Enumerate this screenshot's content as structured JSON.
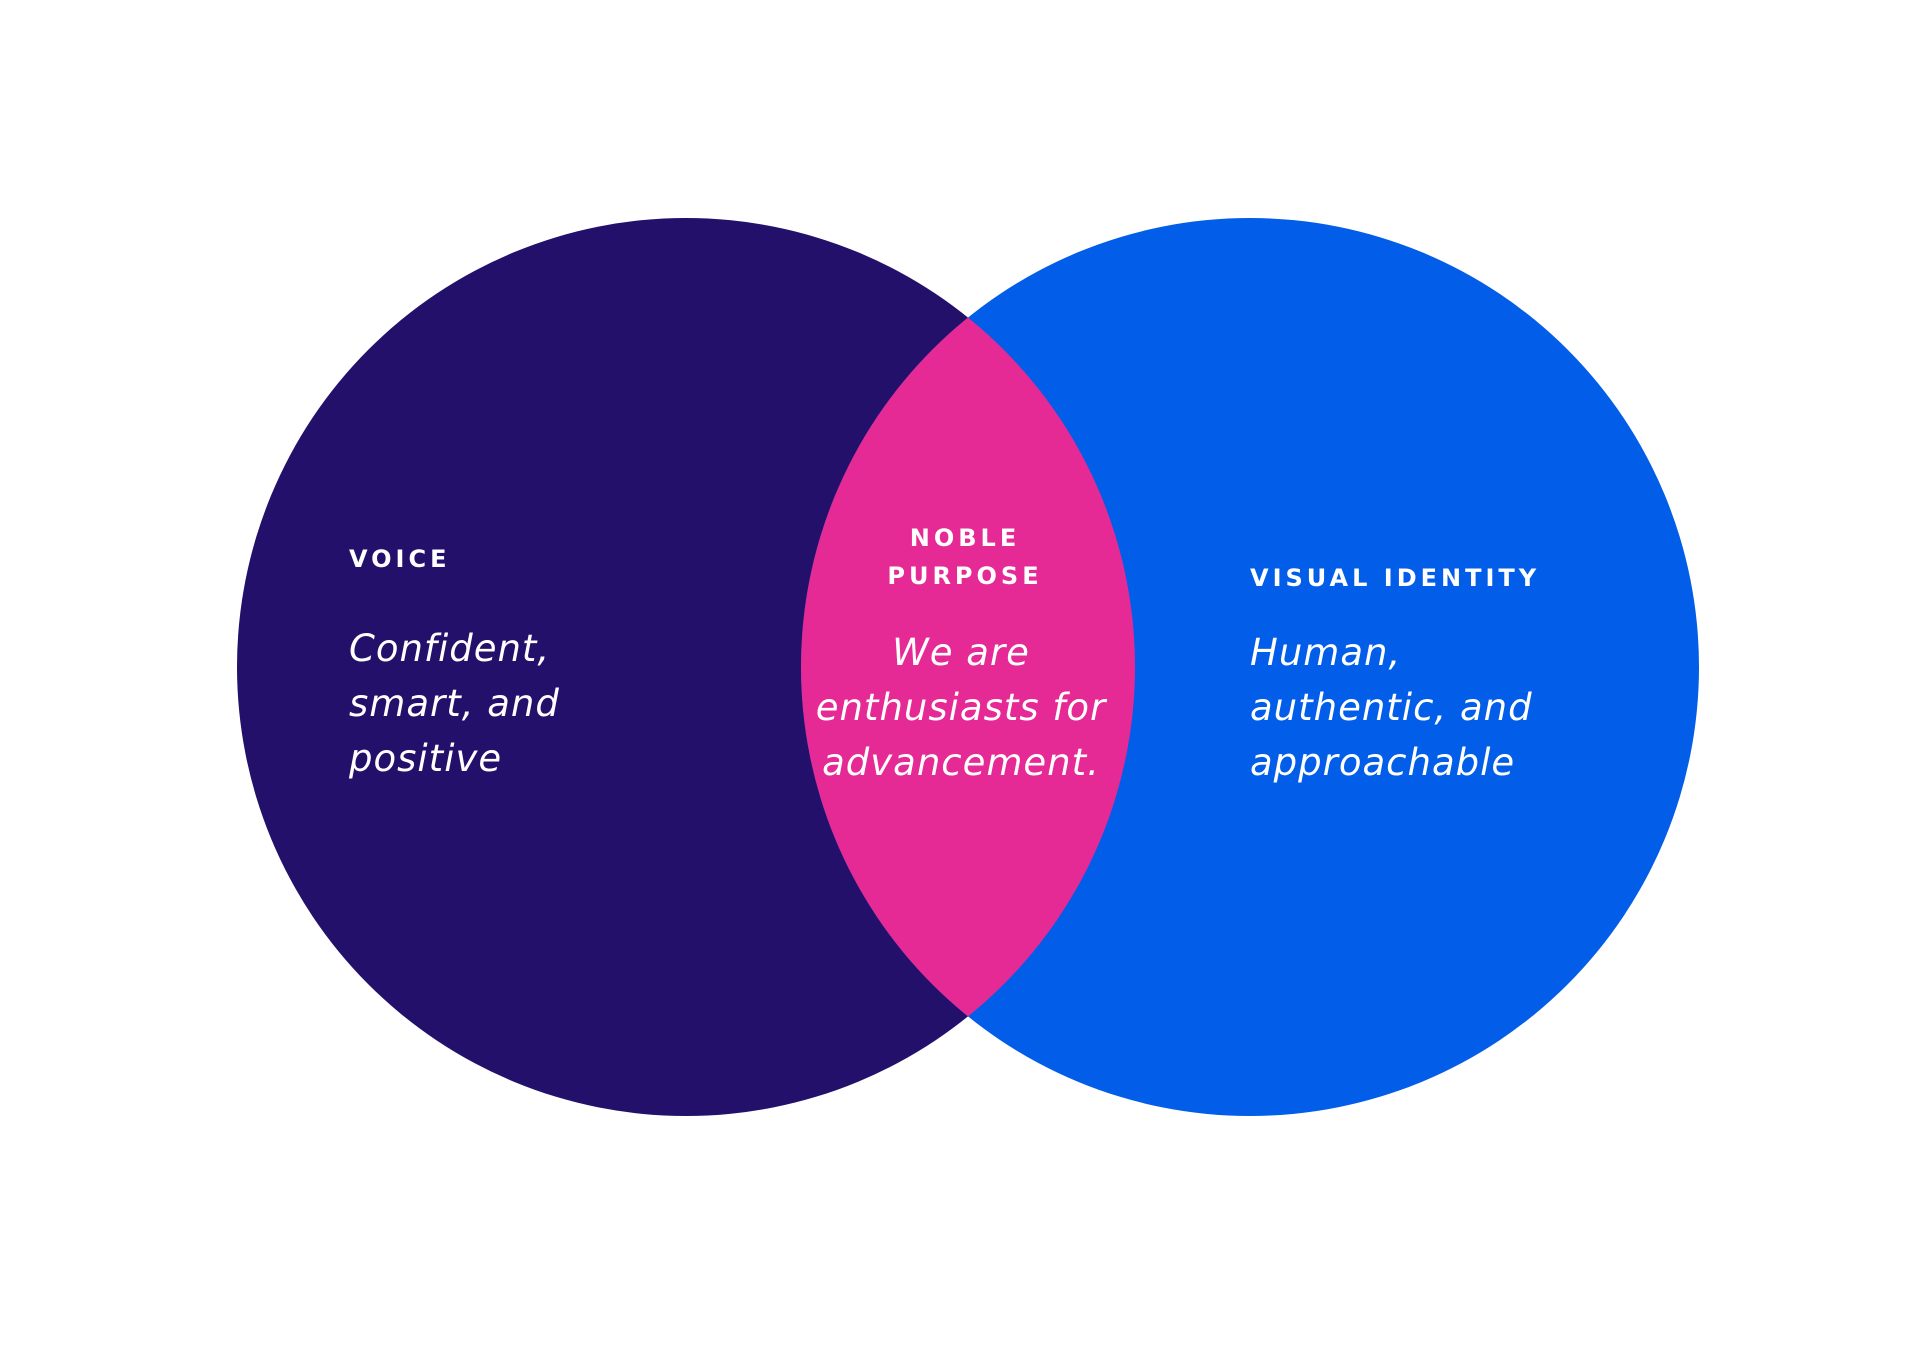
{
  "colors": {
    "voice": "#23106b",
    "visual_identity": "#025ee8",
    "noble_purpose": "#e52995",
    "text": "#ffffff"
  },
  "voice": {
    "title": "VOICE",
    "lines": [
      "Confident,",
      "smart, and",
      "positive"
    ]
  },
  "noble_purpose": {
    "title_lines": [
      "NOBLE",
      "PURPOSE"
    ],
    "lines": [
      "We are",
      "enthusiasts for",
      "advancement."
    ]
  },
  "visual_identity": {
    "title": "VISUAL IDENTITY",
    "lines": [
      "Human,",
      "authentic, and",
      "approachable"
    ]
  }
}
